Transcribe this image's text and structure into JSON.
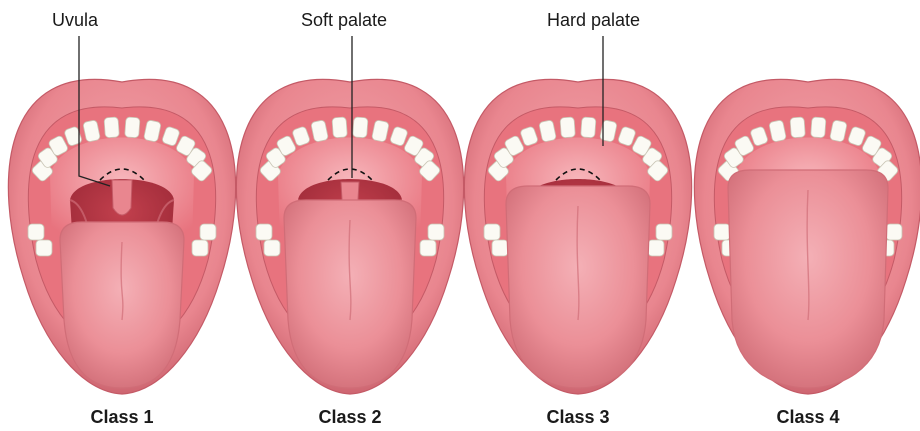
{
  "callouts": {
    "uvula": "Uvula",
    "soft_palate": "Soft palate",
    "hard_palate": "Hard palate"
  },
  "classes": [
    {
      "label": "Class 1",
      "uvula_visible": "full",
      "tongue_level": "low"
    },
    {
      "label": "Class 2",
      "uvula_visible": "base",
      "tongue_level": "mid"
    },
    {
      "label": "Class 3",
      "uvula_visible": "none",
      "tongue_level": "high"
    },
    {
      "label": "Class 4",
      "uvula_visible": "none",
      "tongue_level": "covers-soft-palate"
    }
  ],
  "colors": {
    "lips": "#e9868f",
    "lips_dark": "#c45a66",
    "lip_inner": "#f2a8ae",
    "gum": "#e8737e",
    "palate": "#f0999f",
    "throat": "#c2404d",
    "throat_dark": "#9e2a38",
    "tongue": "#eb8f97",
    "tongue_dark": "#d06d77",
    "teeth": "#fbfaf4",
    "teeth_edge": "#c9c5b5",
    "dashed": "#111111",
    "leader": "#222222"
  }
}
